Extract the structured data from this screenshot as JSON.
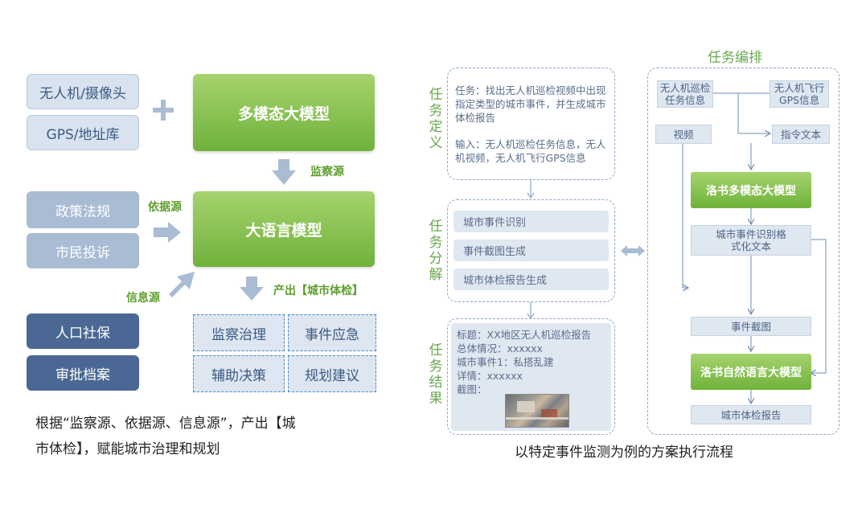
{
  "left": {
    "sources_top": [
      "无人机/摄像头",
      "GPS/地址库"
    ],
    "sources_mid": [
      "政策法规",
      "市民投诉"
    ],
    "sources_bottom": [
      "人口社保",
      "审批档案"
    ],
    "multimodal_model": "多模态大模型",
    "language_model": "大语言模型",
    "label_monitor": "监察源",
    "label_basis": "依据源",
    "label_info": "信息源",
    "label_output": "产出【城市体检】",
    "outputs": [
      "监察治理",
      "事件应急",
      "辅助决策",
      "规划建议"
    ],
    "caption_line1": "根据“监察源、依据源、信息源”，产出【城",
    "caption_line2": "市体检】，赋能城市治理和规划"
  },
  "right": {
    "orchestration_title": "任务编排",
    "def_title": "任务定义",
    "def_task": "任务：找出无人机巡检视频中出现指定类型的城市事件，并生成城市体检报告",
    "def_input": "输入：无人机巡检任务信息，无人机视频，无人机飞行GPS信息",
    "decomp_title": "任务分解",
    "decomp_items": [
      "城市事件识别",
      "事件截图生成",
      "城市体检报告生成"
    ],
    "result_title": "任务结果",
    "result_lines": [
      "标题：XX地区无人机巡检报告",
      "总体情况：xxxxxx",
      "城市事件1：私搭乱建",
      "详情：xxxxxx",
      "截图："
    ],
    "flow": {
      "task_info": "无人机巡检任务信息",
      "gps_info": "无人机飞行GPS信息",
      "video": "视频",
      "instruction": "指令文本",
      "mm_model": "洛书多模态大模型",
      "event_text": "城市事件识别格式化文本",
      "event_screenshot": "事件截图",
      "nl_model": "洛书自然语言大模型",
      "report": "城市体检报告"
    },
    "caption": "以特定事件监测为例的方案执行流程"
  },
  "colors": {
    "green": "#6fb23b",
    "dark_blue": "#4a6893",
    "dashed_border": "#4b87c6"
  }
}
